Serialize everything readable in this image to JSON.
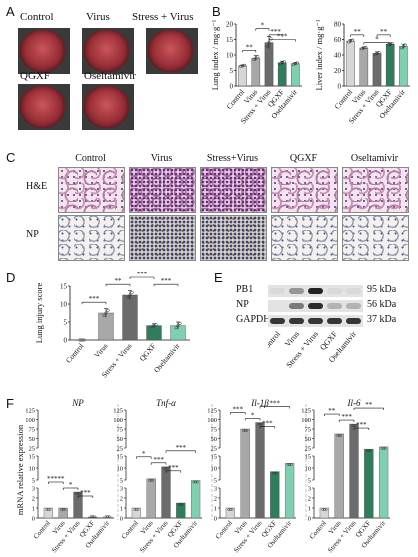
{
  "panels": {
    "A": "A",
    "B": "B",
    "C": "C",
    "D": "D",
    "E": "E",
    "F": "F"
  },
  "panel_a": {
    "labels": [
      "Control",
      "Virus",
      "Stress + Virus",
      "QGXF",
      "Oseltamivir"
    ]
  },
  "groups": [
    "Control",
    "Virus",
    "Stress + Virus",
    "QGXF",
    "Oseltamivir"
  ],
  "panel_c": {
    "columns": [
      "Control",
      "Virus",
      "Stress+Virus",
      "QGXF",
      "Oseltamivir"
    ],
    "rows": [
      "H&E",
      "NP"
    ]
  },
  "panel_e": {
    "rows": [
      "PB1",
      "NP",
      "GAPDH"
    ],
    "sizes": [
      "95 kDa",
      "56 kDa",
      "37 kDa"
    ],
    "band_intensity": {
      "PB1": [
        0.05,
        0.4,
        1.0,
        0.05,
        0.05
      ],
      "NP": [
        0.0,
        0.55,
        0.95,
        0.25,
        0.25
      ],
      "GAPDH": [
        0.9,
        0.9,
        0.9,
        0.9,
        0.9
      ]
    }
  },
  "panel_f": {
    "ylabel": "mRNA relative expression",
    "genes": [
      "NP",
      "Tnf-α",
      "Il-1β",
      "Il-6"
    ]
  },
  "colors": {
    "control": "#d6d6d6",
    "virus": "#a8a8a8",
    "stress_virus": "#6b6b6b",
    "qgxf": "#2f7d5a",
    "oseltamivir": "#7fd0b0"
  },
  "chart_data": [
    {
      "type": "bar",
      "id": "lung-index",
      "ylabel": "Lung index / mg·g⁻¹",
      "categories": [
        "Control",
        "Virus",
        "Stress + Virus",
        "QGXF",
        "Oseltamivir"
      ],
      "values": [
        6.5,
        9.0,
        14.0,
        7.5,
        7.2
      ],
      "errors": [
        0.3,
        0.8,
        2.0,
        0.5,
        0.4
      ],
      "ylim": [
        0,
        20
      ],
      "yticks": [
        0,
        5,
        10,
        15,
        20
      ],
      "significance": [
        "**",
        "*",
        "***",
        "***"
      ]
    },
    {
      "type": "bar",
      "id": "liver-index",
      "ylabel": "Liver index / mg·g⁻¹",
      "categories": [
        "Control",
        "Virus",
        "Stress + Virus",
        "QGXF",
        "Oseltamivir"
      ],
      "values": [
        58,
        49,
        42,
        54,
        51
      ],
      "errors": [
        2,
        1.5,
        2,
        1.5,
        3
      ],
      "ylim": [
        0,
        80
      ],
      "yticks": [
        0,
        20,
        40,
        60,
        80
      ],
      "significance": [
        "**",
        "*",
        "**"
      ]
    },
    {
      "type": "bar",
      "id": "lung-injury",
      "ylabel": "Lung injury score",
      "categories": [
        "Control",
        "Virus",
        "Stress + Virus",
        "QGXF",
        "Oseltamivir"
      ],
      "values": [
        0,
        7.5,
        12.5,
        4.0,
        4.0
      ],
      "errors": [
        0,
        1.2,
        1.2,
        0.5,
        1.0
      ],
      "ylim": [
        0,
        15
      ],
      "yticks": [
        0,
        5,
        10,
        15
      ],
      "significance": [
        "***",
        "**",
        "***",
        "***"
      ]
    },
    {
      "type": "bar",
      "id": "mrna",
      "ylabel": "mRNA relative expression",
      "genes": [
        "NP",
        "Tnf-α",
        "Il-1β",
        "Il-6"
      ],
      "categories": [
        "Control",
        "Virus",
        "Stress + Virus",
        "QGXF",
        "Oseltamivir"
      ],
      "series": [
        {
          "name": "NP",
          "values": [
            1.0,
            1.0,
            2.6,
            0.1,
            0.1
          ],
          "significance": [
            "*****",
            "*",
            "***"
          ]
        },
        {
          "name": "Tnf-α",
          "values": [
            1.0,
            5.5,
            10.5,
            1.5,
            4.8
          ],
          "significance": [
            "*",
            "***",
            "***",
            "***"
          ]
        },
        {
          "name": "Il-1β",
          "values": [
            1.0,
            75,
            92,
            8.5,
            12
          ],
          "significance": [
            "***",
            "*",
            "***",
            "***"
          ]
        },
        {
          "name": "Il-6",
          "values": [
            1.0,
            62,
            88,
            22,
            28
          ],
          "significance": [
            "**",
            "***",
            "***",
            "**"
          ]
        }
      ],
      "axis_breaks": {
        "low": [
          0,
          3
        ],
        "mid": [
          5,
          15
        ],
        "high": [
          25,
          125
        ]
      },
      "yticks_low": [
        0,
        1,
        2,
        3
      ],
      "yticks_mid": [
        5,
        10,
        15
      ],
      "yticks_high": [
        25,
        50,
        75,
        100,
        125
      ]
    }
  ]
}
